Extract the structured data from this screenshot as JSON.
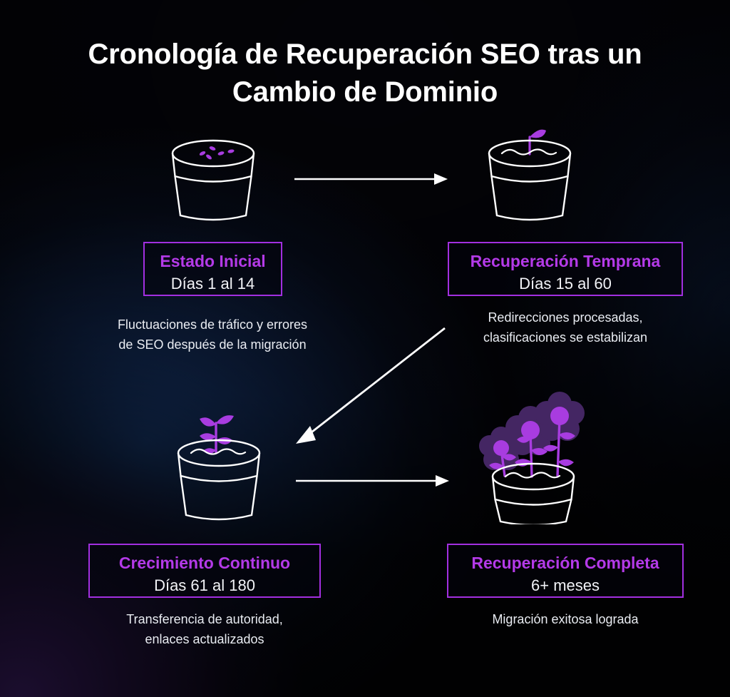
{
  "page": {
    "title_line1": "Cronología de Recuperación SEO tras un",
    "title_line2": "Cambio de Dominio"
  },
  "colors": {
    "accent_purple": "#b43ae8",
    "border_purple": "#a22fe0",
    "text_white": "#ffffff",
    "caption_grey": "#e9ecf2",
    "background_black": "#030307",
    "glow_navy": "#17386e",
    "glow_violet": "#6834b0",
    "plant_bright": "#a83ce0",
    "plant_dark": "#4a2a6b",
    "pot_outline": "#ffffff"
  },
  "stages": [
    {
      "id": "estado-inicial",
      "icon": "empty-pot-with-seeds-icon",
      "title": "Estado Inicial",
      "period": "Días 1 al 14",
      "caption_line1": "Fluctuaciones de tráfico y errores",
      "caption_line2": "de SEO después de la migración"
    },
    {
      "id": "recuperacion-temprana",
      "icon": "pot-with-sprout-icon",
      "title": "Recuperación Temprana",
      "period": "Días 15 al 60",
      "caption_line1": "Redirecciones procesadas,",
      "caption_line2": "clasificaciones se estabilizan"
    },
    {
      "id": "crecimiento-continuo",
      "icon": "pot-with-seedling-icon",
      "title": "Crecimiento Continuo",
      "period": "Días 61 al 180",
      "caption_line1": "Transferencia de autoridad,",
      "caption_line2": "enlaces actualizados"
    },
    {
      "id": "recuperacion-completa",
      "icon": "pot-with-flowers-icon",
      "title": "Recuperación Completa",
      "period": "6+ meses",
      "caption_line1": "Migración exitosa lograda",
      "caption_line2": ""
    }
  ],
  "connectors": [
    {
      "id": "arrow-stage1-to-stage2",
      "direction": "right"
    },
    {
      "id": "arrow-stage2-to-stage3",
      "direction": "down-left"
    },
    {
      "id": "arrow-stage3-to-stage4",
      "direction": "right"
    }
  ]
}
